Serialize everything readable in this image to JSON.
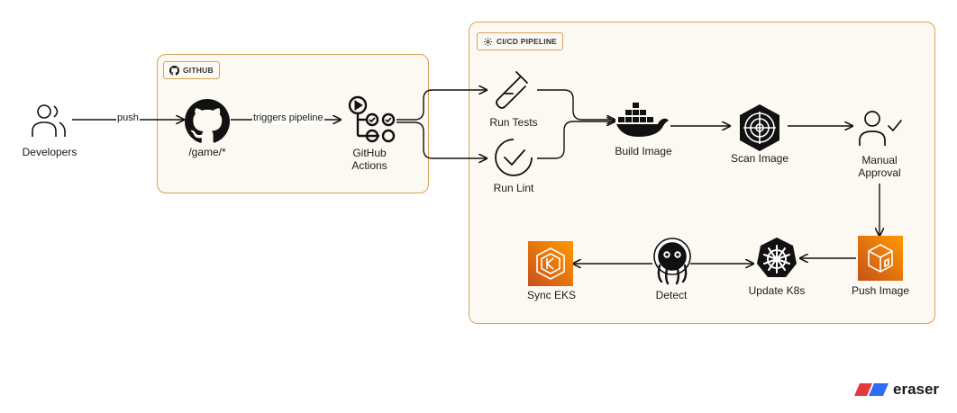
{
  "groups": {
    "github": {
      "label": "GITHUB"
    },
    "cicd": {
      "label": "CI/CD PIPELINE"
    }
  },
  "nodes": {
    "developers": "Developers",
    "repo": "/game/*",
    "actions_line1": "GitHub",
    "actions_line2": "Actions",
    "run_tests": "Run Tests",
    "run_lint": "Run Lint",
    "build_image": "Build Image",
    "scan_image": "Scan Image",
    "approval_line1": "Manual",
    "approval_line2": "Approval",
    "push_image": "Push Image",
    "update_k8s": "Update K8s",
    "detect": "Detect",
    "sync_eks": "Sync EKS"
  },
  "edges": {
    "push": "push",
    "triggers": "triggers pipeline"
  },
  "brand": "eraser",
  "colors": {
    "group_border": "#d9a15a",
    "group_fill": "#fcf9f2",
    "aws_orange": "#e8700f"
  },
  "icons": [
    "users-icon",
    "github-icon",
    "github-actions-icon",
    "test-tube-icon",
    "check-circle-icon",
    "docker-icon",
    "scan-target-icon",
    "user-check-icon",
    "ecr-icon",
    "kubernetes-icon",
    "argo-icon",
    "eks-icon",
    "gear-icon",
    "eraser-logo-icon"
  ]
}
